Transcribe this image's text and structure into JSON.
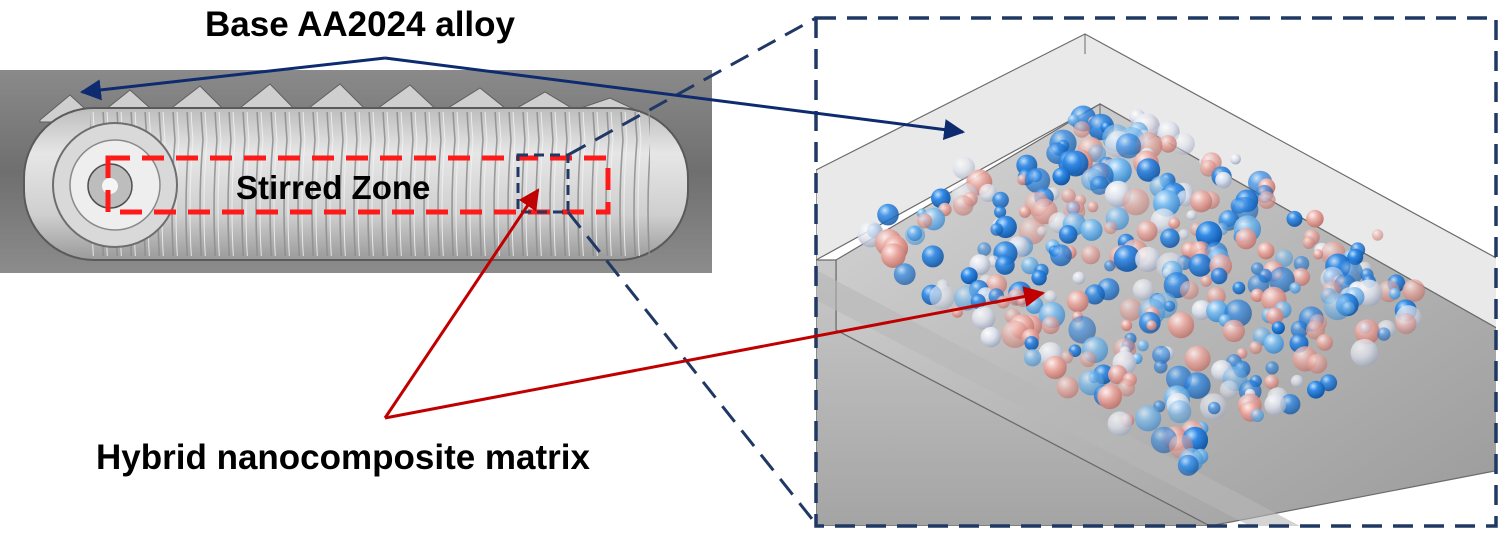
{
  "labels": {
    "base_alloy": "Base AA2024 alloy",
    "stirred_zone": "Stirred Zone",
    "matrix": "Hybrid nanocomposite matrix"
  },
  "colors": {
    "base_arrow": "#0d2b6e",
    "matrix_arrow": "#c00000",
    "stir_box": "#ff1a1a",
    "zoom_box": "#1f3864",
    "particle_blue_dark": "#1f74d6",
    "particle_blue_light": "#6fb3ea",
    "particle_pink": "#e8a19a",
    "particle_white": "#d9dde8"
  },
  "icons": {
    "weld_photo": "friction-stir-weld-micrograph",
    "composite_block": "3d-particle-reinforced-block"
  }
}
